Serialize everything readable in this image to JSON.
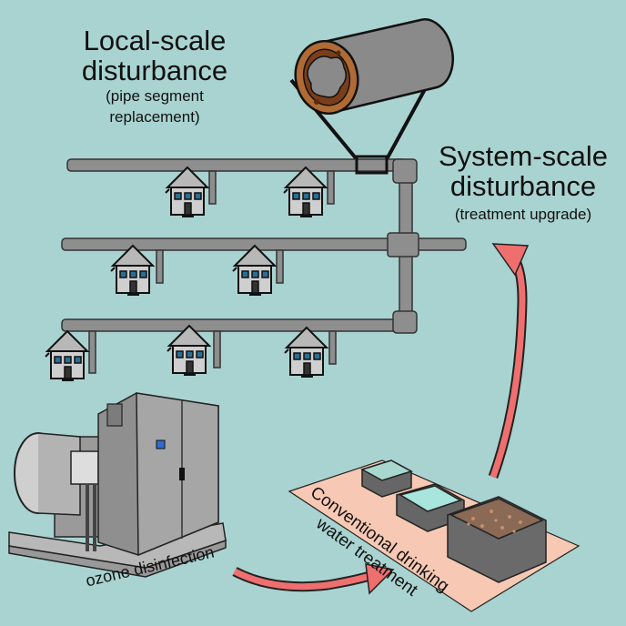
{
  "local": {
    "title_line1": "Local-scale",
    "title_line2": "disturbance",
    "sub_line1": "(pipe segment",
    "sub_line2": "replacement)"
  },
  "system": {
    "title_line1": "System-scale",
    "title_line2": "disturbance",
    "sub": "(treatment upgrade)"
  },
  "ozone": {
    "label": "ozone disinfection"
  },
  "treatment": {
    "label_line1": "Conventional drinking",
    "label_line2": "water treatment"
  },
  "colors": {
    "background": "#a9d3d1",
    "pipe": "#8e8e8e",
    "arrow": "#ef6f6f",
    "rust": "#9a5a2a",
    "pad": "#f7c9b4"
  }
}
